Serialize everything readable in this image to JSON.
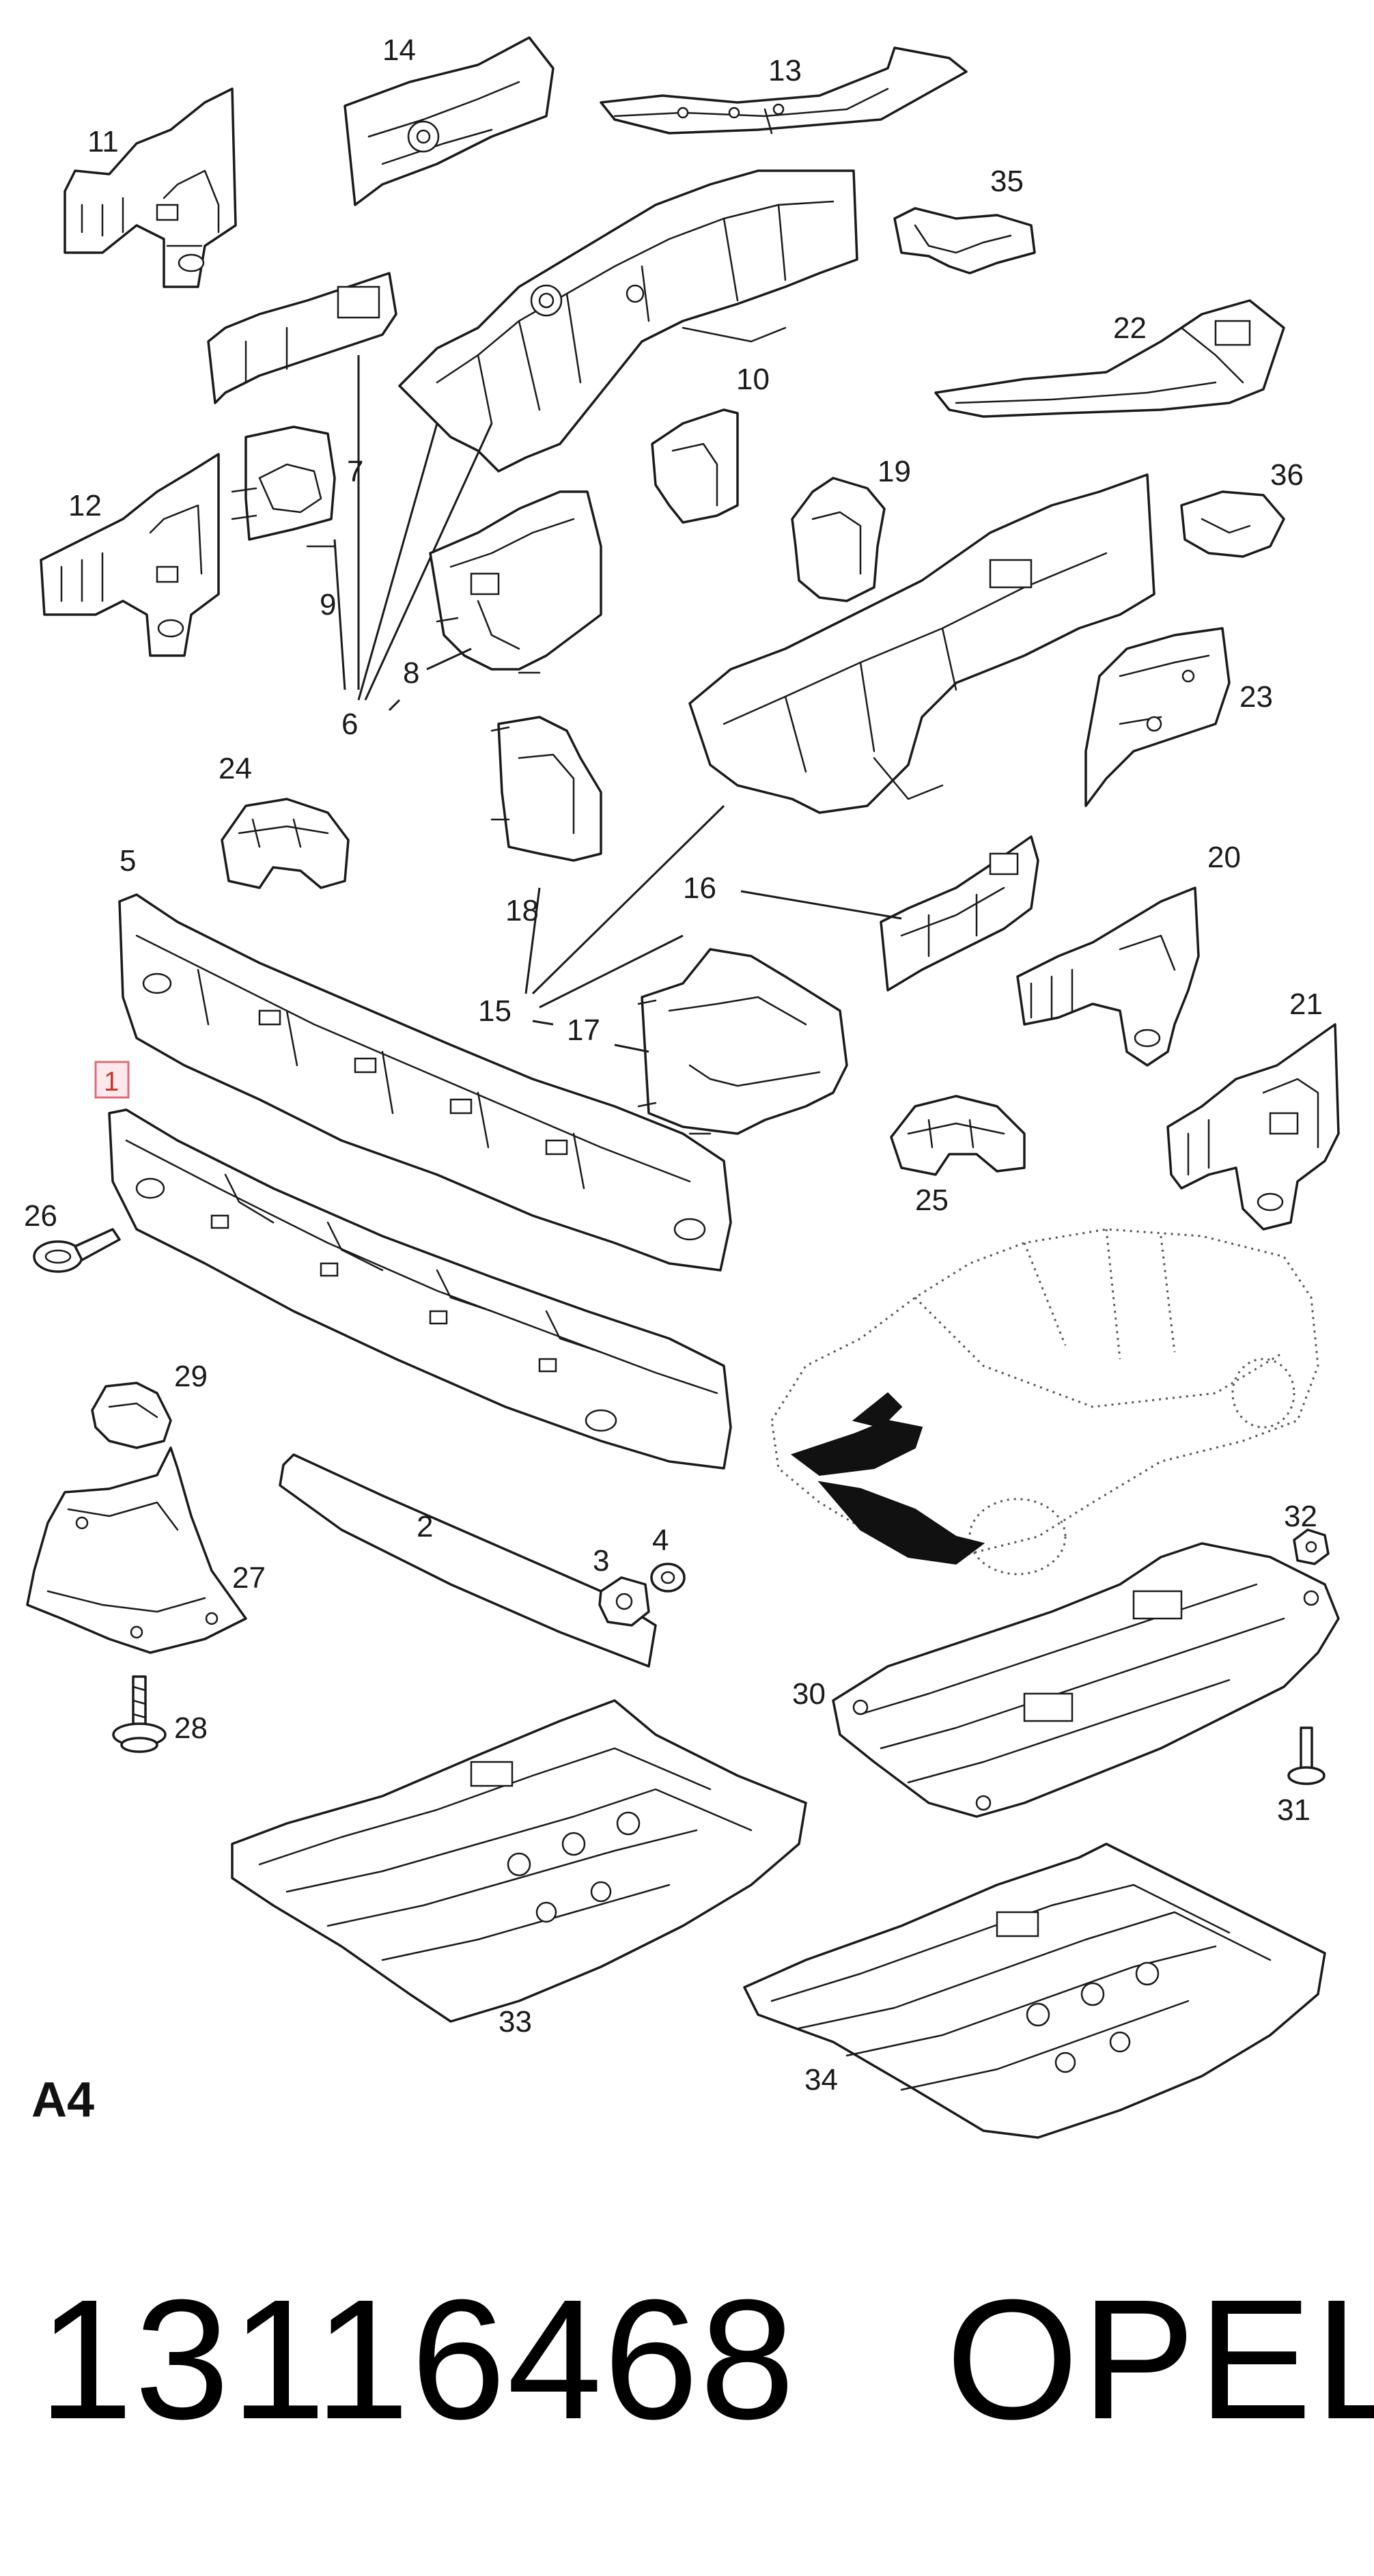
{
  "diagram": {
    "section_tag": "A4",
    "part_number": "13116468",
    "brand": "OPEL",
    "highlighted_callout": "1",
    "callouts": {
      "c1": "1",
      "c2": "2",
      "c3": "3",
      "c4": "4",
      "c5": "5",
      "c6": "6",
      "c7": "7",
      "c8": "8",
      "c9": "9",
      "c10": "10",
      "c11": "11",
      "c12": "12",
      "c13": "13",
      "c14": "14",
      "c15": "15",
      "c16": "16",
      "c17": "17",
      "c18": "18",
      "c19": "19",
      "c20": "20",
      "c21": "21",
      "c22": "22",
      "c23": "23",
      "c24": "24",
      "c25": "25",
      "c26": "26",
      "c27": "27",
      "c28": "28",
      "c29": "29",
      "c30": "30",
      "c31": "31",
      "c32": "32",
      "c33": "33",
      "c34": "34",
      "c35": "35",
      "c36": "36"
    },
    "colors": {
      "line": "#1a1a1a",
      "highlight_fill": "#fde9ec",
      "highlight_border": "#e06a7a"
    }
  }
}
